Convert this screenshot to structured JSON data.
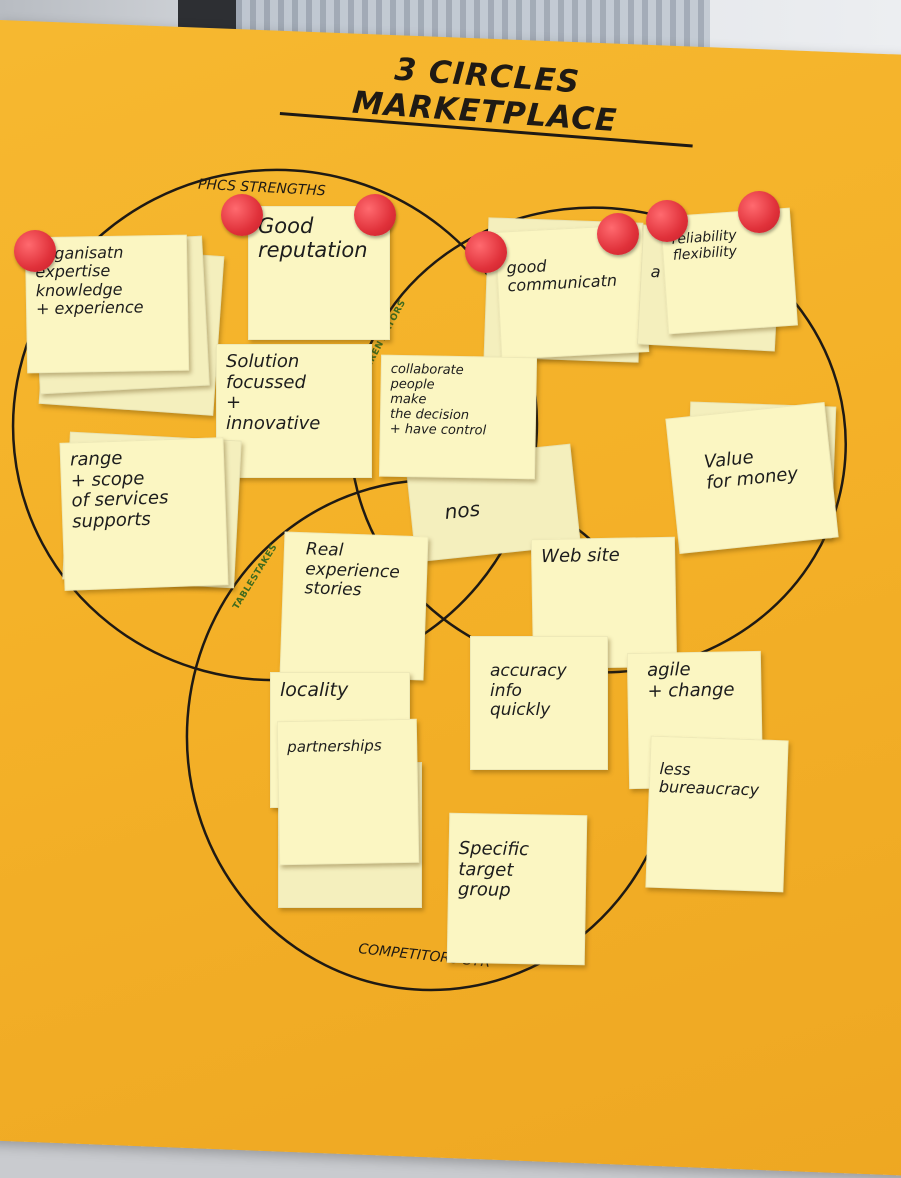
{
  "title": "3 CIRCLES MARKETPLACE",
  "circle_labels": {
    "top": "PHCS STRENGTHS",
    "bottom": "COMPETITORS STR"
  },
  "margin_labels": {
    "differentiators": "DIFFERENTIATORS",
    "tablestakes": "TABLESTAKES"
  },
  "notes": {
    "organisation": "Organisatn\nexpertise\nknowledge\n+ experience",
    "good_reputation": "Good\nreputation",
    "good_communication": "good\ncommunicatn",
    "reliability": "reliability\nflexibility",
    "reliability_under": "a",
    "solution_focussed": "Solution\nfocussed\n+\ninnovative",
    "collaborate": "collaborate\npeople\nmake\nthe decision\n+ have control",
    "nos": "nos",
    "range_scope": "range\n+ scope\nof services\nsupports",
    "value_for_money": "Value\nfor money",
    "web_site": "Web site",
    "real_experience": "Real\nexperience\nstories",
    "locality": "locality",
    "partnerships": "partnerships",
    "accuracy": "accuracy\ninfo\nquickly",
    "agile": "agile\n+ change",
    "less_bureaucracy": "less\nbureaucracy",
    "specific_target": "Specific\ntarget\ngroup"
  },
  "colors": {
    "sheet": "#f4b128",
    "note": "#fbf6c2",
    "dot": "#e0313a",
    "ink": "#1f1a14"
  }
}
